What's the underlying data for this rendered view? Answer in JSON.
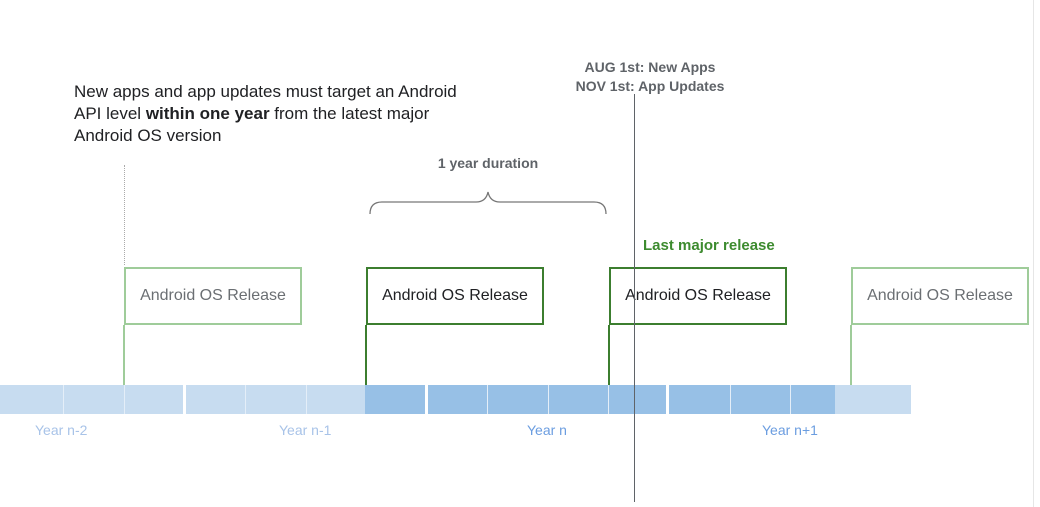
{
  "intro": {
    "before": "New apps and app updates must target an Android API level ",
    "bold": "within one year",
    "after": " from the latest major Android OS version"
  },
  "deadline": {
    "line1": "AUG 1st: New Apps",
    "line2": "NOV 1st: App Updates"
  },
  "duration_label": "1 year duration",
  "last_major_label": "Last major release",
  "flags": [
    "Android OS Release",
    "Android OS Release",
    "Android OS Release",
    "Android OS Release"
  ],
  "years": [
    "Year n-2",
    "Year n-1",
    "Year n",
    "Year n+1"
  ],
  "colors": {
    "green": "#3c7e2f",
    "faded_green": "#9fcc9a",
    "bar_light": "#c7dcf0",
    "bar_dark": "#97c0e6"
  }
}
